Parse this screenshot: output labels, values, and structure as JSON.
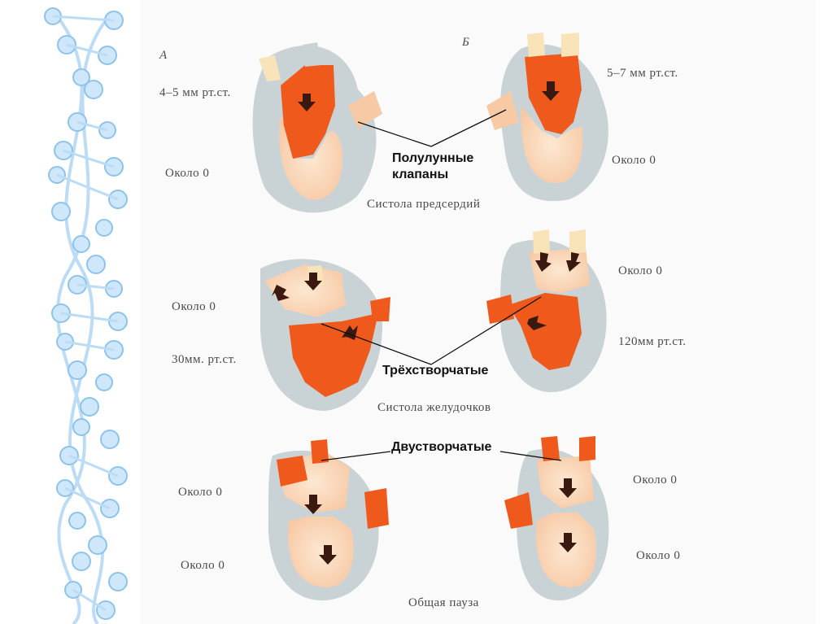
{
  "panel_letters": {
    "left": "А",
    "right": "Б"
  },
  "pressures": {
    "left_atrium_systole": "4–5 мм рт.ст.",
    "left_bottom_systole": "Около 0",
    "right_atrium_systole": "5–7 мм рт.ст.",
    "right_bottom_systole": "Около 0",
    "left_top_vsystole": "Около 0",
    "left_bottom_vsystole": "30мм. рт.ст.",
    "right_top_vsystole": "Около 0",
    "right_bottom_vsystole": "120мм рт.ст.",
    "left_top_pause": "Около 0",
    "left_bottom_pause": "Около 0",
    "right_top_pause": "Около 0",
    "right_bottom_pause": "Около 0"
  },
  "phases": {
    "atrial_systole": "Систола предсердий",
    "ventricular_systole": "Систола желудочков",
    "pause": "Общая пауза"
  },
  "valve_labels": {
    "semilunar_line1": "Полулунные",
    "semilunar_line2": "клапаны",
    "tricuspid": "Трёхстворчатые",
    "bicuspid": "Двустворчатые"
  },
  "colors": {
    "tissue": "#c9d3d6",
    "blood_active": "#ef5a1c",
    "blood_light": "#fde3c8",
    "ribbon": "#a8d4f2"
  }
}
